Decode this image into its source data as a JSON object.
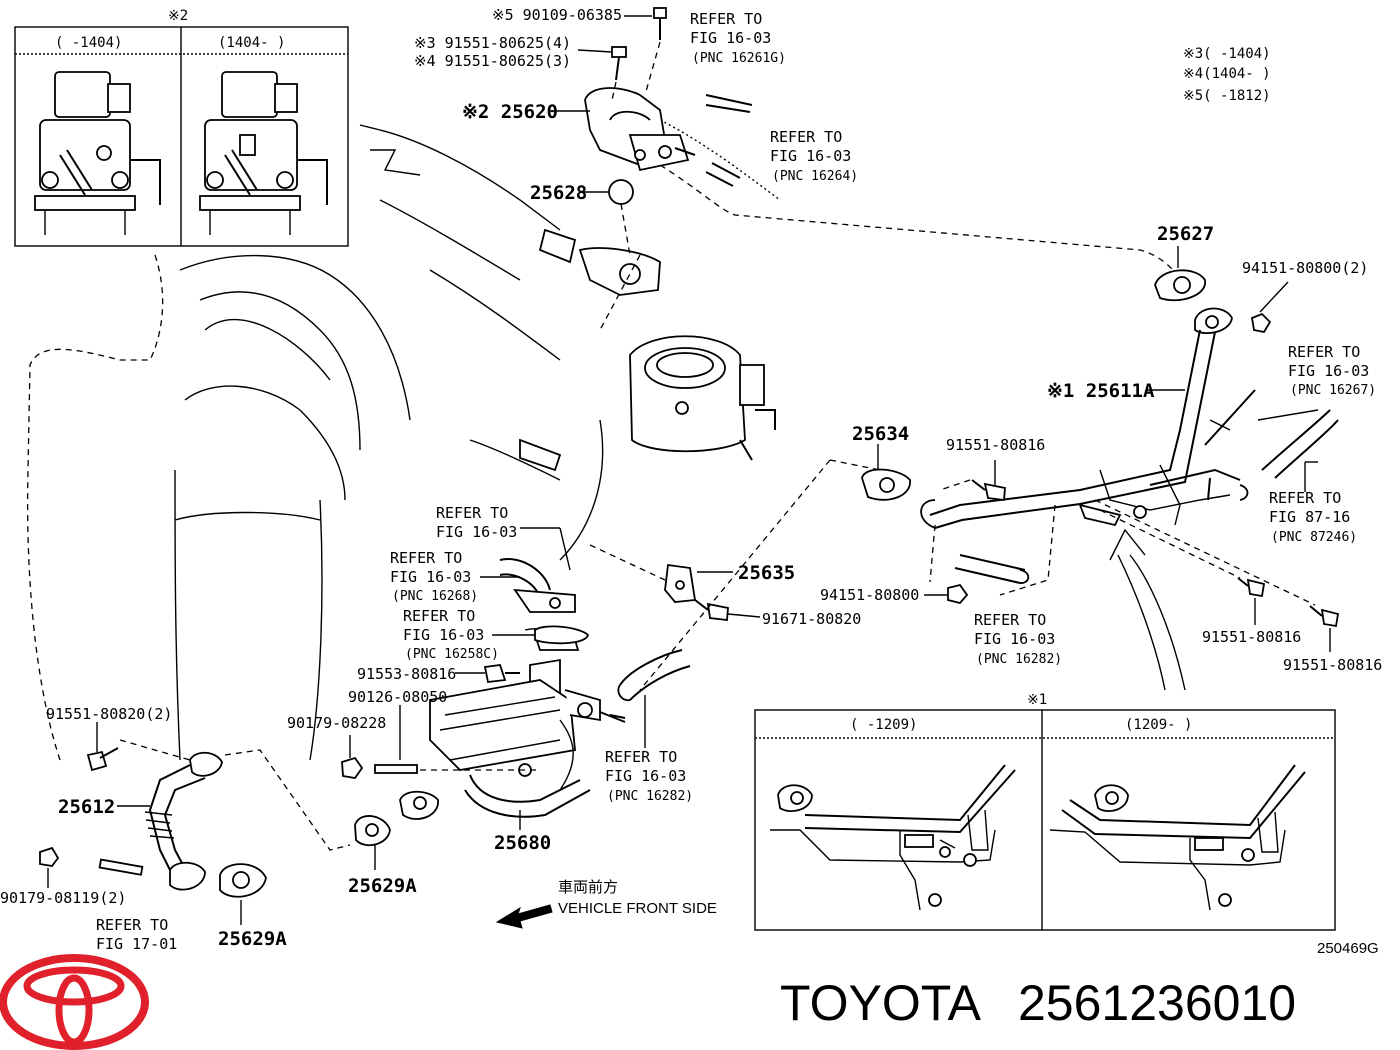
{
  "insets": {
    "top_left": {
      "mark": "※2",
      "col1": "(     -1404)",
      "col2": "(1404-     )"
    },
    "bottom_right": {
      "mark": "※1",
      "col1": "(     -1209)",
      "col2": "(1209-     )"
    }
  },
  "legend": {
    "l3": "※3(     -1404)",
    "l4": "※4(1404-     )",
    "l5": "※5(     -1812)"
  },
  "labels": {
    "p90109": "※5 90109-06385",
    "p91551_80625_4": "※3 91551-80625(4)",
    "p91551_80625_3": "※4 91551-80625(3)",
    "p25620": "※2 25620",
    "p25628": "25628",
    "p25627": "25627",
    "p94151_2": "94151-80800(2)",
    "p25611A": "※1 25611A",
    "p25634": "25634",
    "p91551_80816_a": "91551-80816",
    "p25635": "25635",
    "p94151": "94151-80800",
    "p91671": "91671-80820",
    "p91551_80816_b": "91551-80816",
    "p91551_80816_c": "91551-80816",
    "p91553": "91553-80816",
    "p90126": "90126-08050",
    "p90179_08228": "90179-08228",
    "p91551_80820": "91551-80820(2)",
    "p25612": "25612",
    "p90179_08119": "90179-08119(2)",
    "p25629A_a": "25629A",
    "p25629A_b": "25629A",
    "p25680": "25680",
    "front_jp": "車両前方",
    "front_en": "VEHICLE FRONT SIDE",
    "fig_code": "250469G"
  },
  "refs": {
    "r16261G": {
      "l1": "REFER TO",
      "l2": "FIG 16-03",
      "l3": "(PNC 16261G)"
    },
    "r16264": {
      "l1": "REFER TO",
      "l2": "FIG 16-03",
      "l3": "(PNC 16264)"
    },
    "r16267": {
      "l1": "REFER TO",
      "l2": "FIG 16-03",
      "l3": "(PNC 16267)"
    },
    "r87246": {
      "l1": "REFER TO",
      "l2": "FIG 87-16",
      "l3": "(PNC 87246)"
    },
    "r1603_plain": {
      "l1": "REFER TO",
      "l2": "FIG 16-03"
    },
    "r16268": {
      "l1": "REFER TO",
      "l2": "FIG 16-03",
      "l3": "(PNC 16268)"
    },
    "r16258C": {
      "l1": "REFER TO",
      "l2": "FIG 16-03",
      "l3": "(PNC 16258C)"
    },
    "r16282_a": {
      "l1": "REFER TO",
      "l2": "FIG 16-03",
      "l3": "(PNC 16282)"
    },
    "r16282_b": {
      "l1": "REFER TO",
      "l2": "FIG 16-03",
      "l3": "(PNC 16282)"
    },
    "r1701": {
      "l1": "REFER TO",
      "l2": "FIG 17-01"
    }
  },
  "brand": {
    "name": "TOYOTA",
    "part_number": "2561236010",
    "logo_color": "#e0202a",
    "logo_icon": "toyota-logo"
  }
}
